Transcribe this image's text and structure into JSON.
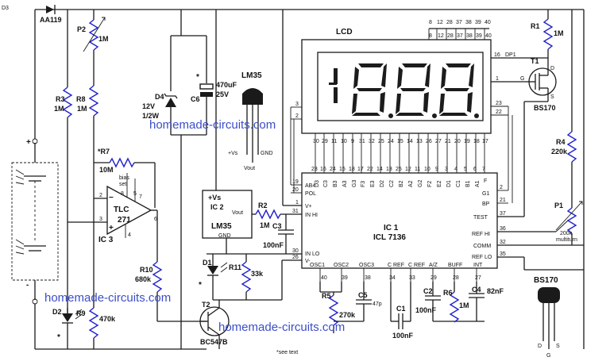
{
  "watermark": "homemade-circuits.com",
  "diodes": {
    "d3_ref": "D3",
    "d3_type": "AA119",
    "d4_ref": "D4",
    "d4_volt": "12V",
    "d4_watt": "1/2W",
    "d1_ref": "D1",
    "d2_ref": "D2"
  },
  "resistors": {
    "p2_ref": "P2",
    "p2_val": "1M",
    "r3_ref": "R3",
    "r3_val": "1M",
    "r8_ref": "R8",
    "r8_val": "1M",
    "r7_ref": "*R7",
    "r7_val": "10M",
    "r10_ref": "R10",
    "r10_val": "680k",
    "r9_ref": "R9",
    "r9_val": "470k",
    "r2_ref": "R2",
    "r2_val": "1M",
    "r11_ref": "R11",
    "r11_val": "33k",
    "r5_ref": "R5",
    "r5_val": "270k",
    "r6_ref": "R6",
    "r6_val": "1M",
    "r1_ref": "R1",
    "r1_val": "1M",
    "r4_ref": "R4",
    "r4_val": "220k",
    "p1_ref": "P1",
    "p1_val": "200k",
    "p1_note": "multiturn"
  },
  "capacitors": {
    "c6_ref": "C6",
    "c6_val": "470uF",
    "c6_volt": "25V",
    "c3_ref": "C3",
    "c3_val": "100nF",
    "c5_ref": "C5",
    "c5_val": "47p",
    "c1_ref": "C1",
    "c1_val": "100nF",
    "c2_ref": "C2",
    "c2_val": "100nF",
    "c4_ref": "C4",
    "c4_val": "82nF"
  },
  "ic3": {
    "name": "TLC",
    "sub": "271",
    "ref": "IC 3",
    "bias": "bias",
    "set": "set",
    "pins": [
      "8",
      "5",
      "7",
      "2",
      "3",
      "6",
      "4"
    ]
  },
  "ic2": {
    "ref": "IC 2",
    "name": "LM35",
    "vs": "+Vs",
    "vout": "Vout",
    "gnd": "GND"
  },
  "ic1": {
    "ref": "IC 1",
    "name": "ICL 7136",
    "left_labels": [
      "AB4",
      "POL",
      "V+",
      "IN HI",
      "IN LO",
      "V-"
    ],
    "left_pins": [
      "19",
      "20",
      "1",
      "31",
      "30",
      "26"
    ],
    "right_labels": [
      "F",
      "G1",
      "BP",
      "TEST",
      "REF HI",
      "COMM",
      "REF LO"
    ],
    "right_pins": [
      "2",
      "21",
      "37",
      "36",
      "32",
      "35"
    ],
    "bottom_labels": [
      "OSC1",
      "OSC2",
      "OSC3",
      "C REF",
      "C REF",
      "A/Z",
      "BUFF",
      "INT"
    ],
    "bottom_pins": [
      "40",
      "39",
      "38",
      "34",
      "33",
      "29",
      "28",
      "27"
    ],
    "top_pins": [
      "23",
      "16",
      "24",
      "15",
      "18",
      "17",
      "22",
      "14",
      "13",
      "25",
      "12",
      "11",
      "10",
      "9",
      "3",
      "4",
      "5",
      "6",
      "7"
    ],
    "top_labels": [
      "D3",
      "C3",
      "B3",
      "A3",
      "G3",
      "F3",
      "E3",
      "D2",
      "C2",
      "B2",
      "A2",
      "G2",
      "F2",
      "E2",
      "D1",
      "C1",
      "B1",
      "A1"
    ]
  },
  "lcd": {
    "title": "LCD",
    "top_pins": [
      "8",
      "12",
      "28",
      "37",
      "38",
      "39",
      "40"
    ],
    "top_pins_boxed": [
      "8",
      "12",
      "28",
      "37",
      "38",
      "39",
      "40"
    ],
    "pin16": "16",
    "dp1": "DP1",
    "pin1": "1",
    "pin2": "2",
    "pin3": "3",
    "pin23": "23",
    "pin22": "22",
    "bottom_pins": [
      "30",
      "29",
      "11",
      "10",
      "9",
      "31",
      "32",
      "25",
      "24",
      "15",
      "14",
      "13",
      "26",
      "27",
      "21",
      "20",
      "19",
      "18",
      "17"
    ]
  },
  "lm35_pkg": {
    "name": "LM35",
    "vs": "+Vs",
    "gnd": "GND",
    "vout": "Vout"
  },
  "t1": {
    "ref": "T1",
    "type": "BS170",
    "g": "G",
    "d": "D",
    "s": "S"
  },
  "t2": {
    "ref": "T2",
    "type": "BC547B"
  },
  "bs170_pkg": {
    "name": "BS170",
    "d": "D",
    "g": "G",
    "s": "S"
  },
  "battery": {
    "plus": "+",
    "minus": "-"
  },
  "star": "*",
  "note": "*see text"
}
